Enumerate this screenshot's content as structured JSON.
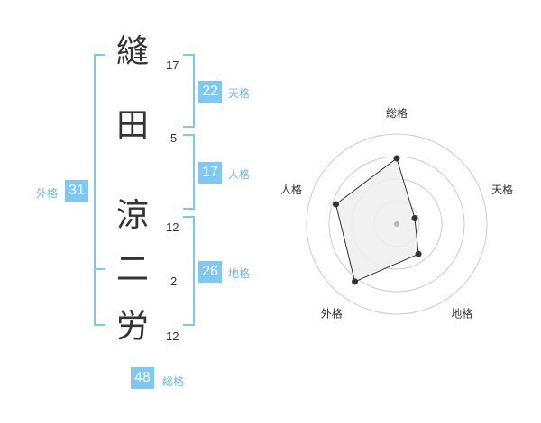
{
  "name": {
    "chars": [
      {
        "char": "縫",
        "strokes": "17"
      },
      {
        "char": "田",
        "strokes": "5"
      },
      {
        "char": "涼",
        "strokes": "12"
      },
      {
        "char": "二",
        "strokes": "2"
      },
      {
        "char": "労",
        "strokes": "12"
      }
    ]
  },
  "grades": {
    "ten": {
      "value": "22",
      "label": "天格"
    },
    "jin": {
      "value": "17",
      "label": "人格"
    },
    "chi": {
      "value": "26",
      "label": "地格"
    },
    "gai": {
      "value": "31",
      "label": "外格"
    },
    "sou": {
      "value": "48",
      "label": "総格"
    }
  },
  "chart_data": {
    "type": "radar",
    "axes": [
      "総格",
      "天格",
      "地格",
      "外格",
      "人格"
    ],
    "values": [
      0.73,
      0.21,
      0.41,
      0.79,
      0.71
    ],
    "max": 1,
    "rings": 4,
    "colors": {
      "fill": "#eeeeee",
      "line": "#333333",
      "grid": "#cccccc",
      "point": "#333333",
      "center": "#bbbbbb"
    }
  }
}
